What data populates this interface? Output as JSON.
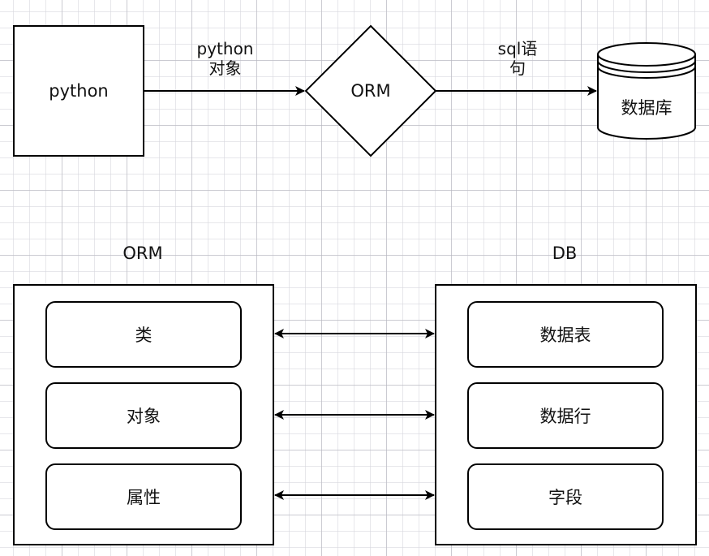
{
  "top_flow": {
    "python_box": "python",
    "edge1_label_line1": "python",
    "edge1_label_line2": "对象",
    "orm_diamond": "ORM",
    "edge2_label_line1": "sql语",
    "edge2_label_line2": "句",
    "database": "数据库"
  },
  "mapping": {
    "orm_title": "ORM",
    "db_title": "DB",
    "orm_items": [
      "类",
      "对象",
      "属性"
    ],
    "db_items": [
      "数据表",
      "数据行",
      "字段"
    ]
  }
}
